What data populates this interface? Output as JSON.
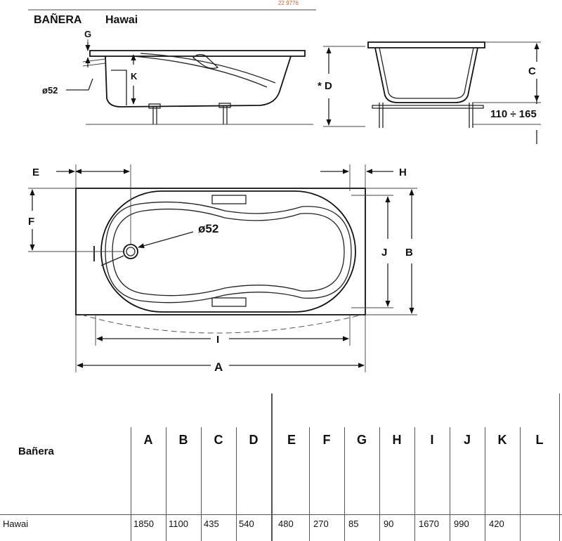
{
  "header": {
    "product": "BAÑERA",
    "model": "Hawai"
  },
  "top_mark": "22 9776",
  "labels": {
    "G": "G",
    "K": "K",
    "D": "* D",
    "C": "C",
    "range": "110 ÷ 165",
    "drain_side": "ø52",
    "drain_plan": "ø52",
    "E": "E",
    "H": "H",
    "F": "F",
    "J": "J",
    "B": "B",
    "I": "I",
    "A": "A"
  },
  "table": {
    "row_label": "Bañera",
    "headers": [
      "A",
      "B",
      "C",
      "D",
      "E",
      "F",
      "G",
      "H",
      "I",
      "J",
      "K",
      "L"
    ],
    "rows": [
      {
        "name": "Hawai",
        "values": [
          "1850",
          "1100",
          "435",
          "540",
          "480",
          "270",
          "85",
          "90",
          "1670",
          "990",
          "420",
          ""
        ]
      }
    ]
  }
}
